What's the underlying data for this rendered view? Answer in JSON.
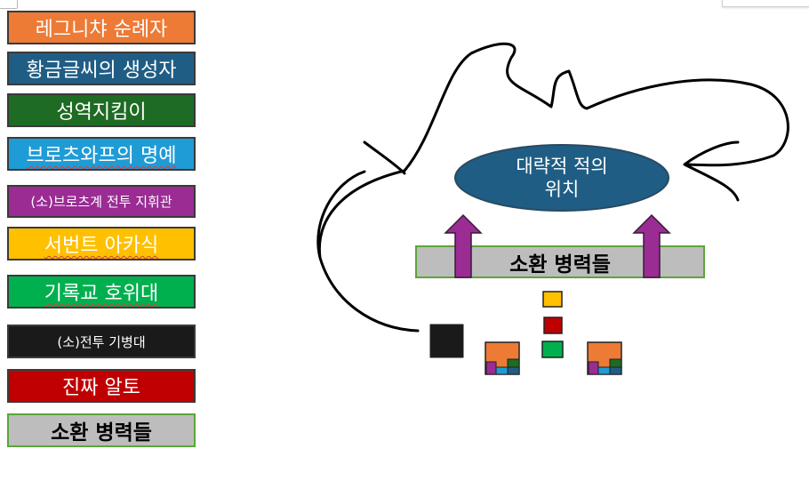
{
  "legend": [
    {
      "label": "레그니챠 순례자",
      "color": "#ED7A35"
    },
    {
      "label": "황금글씨의 생성자",
      "color": "#1F5D85"
    },
    {
      "label": "성역지킴이",
      "color": "#1E6B23"
    },
    {
      "label": "브로츠와프의 명예",
      "color": "#1F9CD6"
    },
    {
      "label": "(소)브로츠계 전투 지휘관",
      "color": "#9A2C94"
    },
    {
      "label": "서번트 아카식",
      "color": "#FFC000"
    },
    {
      "label": "기록교 호위대",
      "color": "#00B04F"
    },
    {
      "label": "(소)전투 기병대",
      "color": "#1A1A1A"
    },
    {
      "label": "진짜 알토",
      "color": "#C00000"
    },
    {
      "label": "소환 병력들",
      "color": "#BDBDBD"
    }
  ],
  "diagram": {
    "target_line1": "대략적 적의",
    "target_line2": "위치",
    "target_color": "#1F5D85",
    "summon_label": "소환 병력들",
    "summon_color": "#BDBDBD",
    "summon_border": "#5AA63A",
    "arrow_color": "#9A2C94"
  }
}
